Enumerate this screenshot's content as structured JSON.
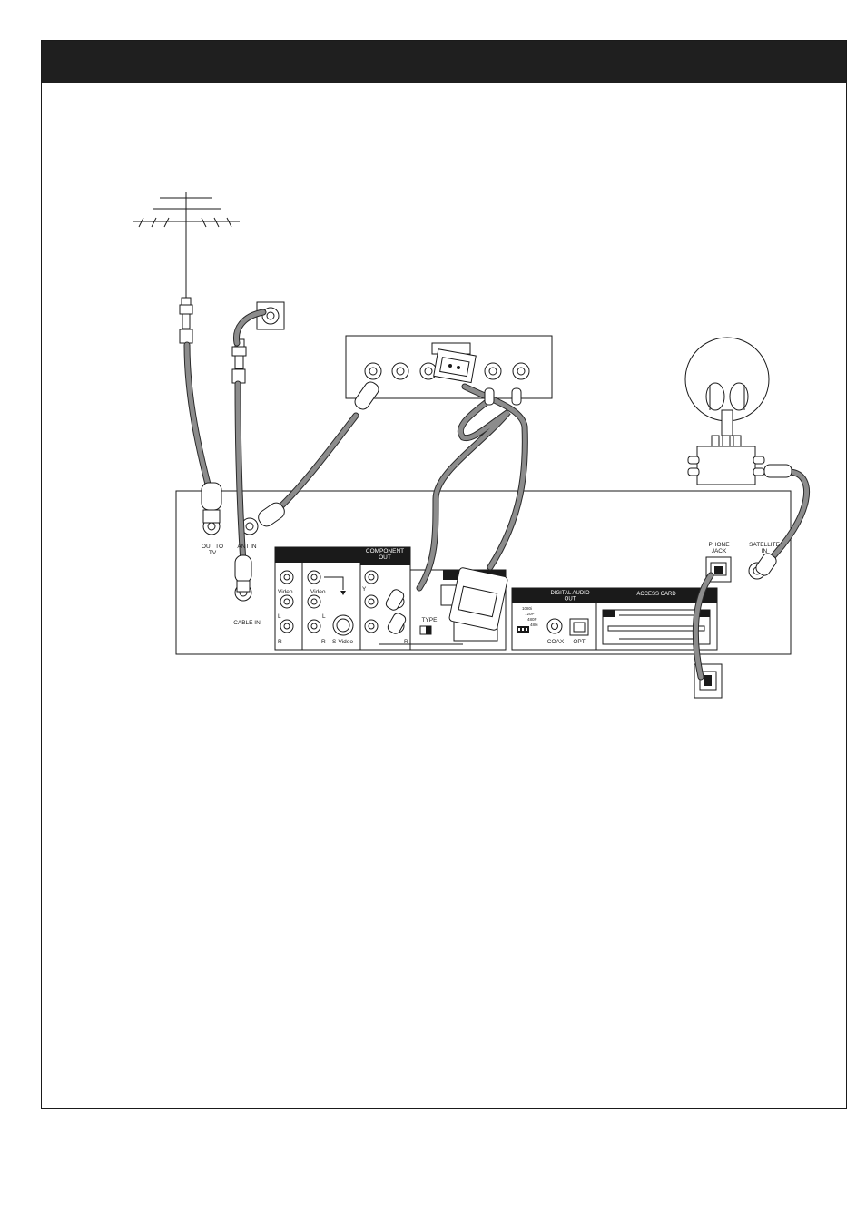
{
  "receiver": {
    "out_to_tv": "OUT TO\nTV",
    "ant_in": "ANT IN",
    "cable_in": "CABLE IN",
    "component_out": "COMPONENT\nOUT",
    "video": "Video",
    "left": "L",
    "right": "R",
    "s_video": "S-Video",
    "y": "Y",
    "type": "TYPE",
    "digital_audio_out": "DIGITAL AUDIO\nOUT",
    "res_1080i": "1080i",
    "res_720p": "720P",
    "res_480p": "480P",
    "res_480i": "480i",
    "coax": "COAX",
    "opt": "OPT",
    "access_card": "ACCESS CARD",
    "phone_jack": "PHONE\nJACK",
    "satellite_in": "SATELLITE\nIN"
  },
  "colors": {
    "header": "#1f1f1f",
    "cable": "#8c8c8c",
    "line": "#1a1a1a"
  }
}
